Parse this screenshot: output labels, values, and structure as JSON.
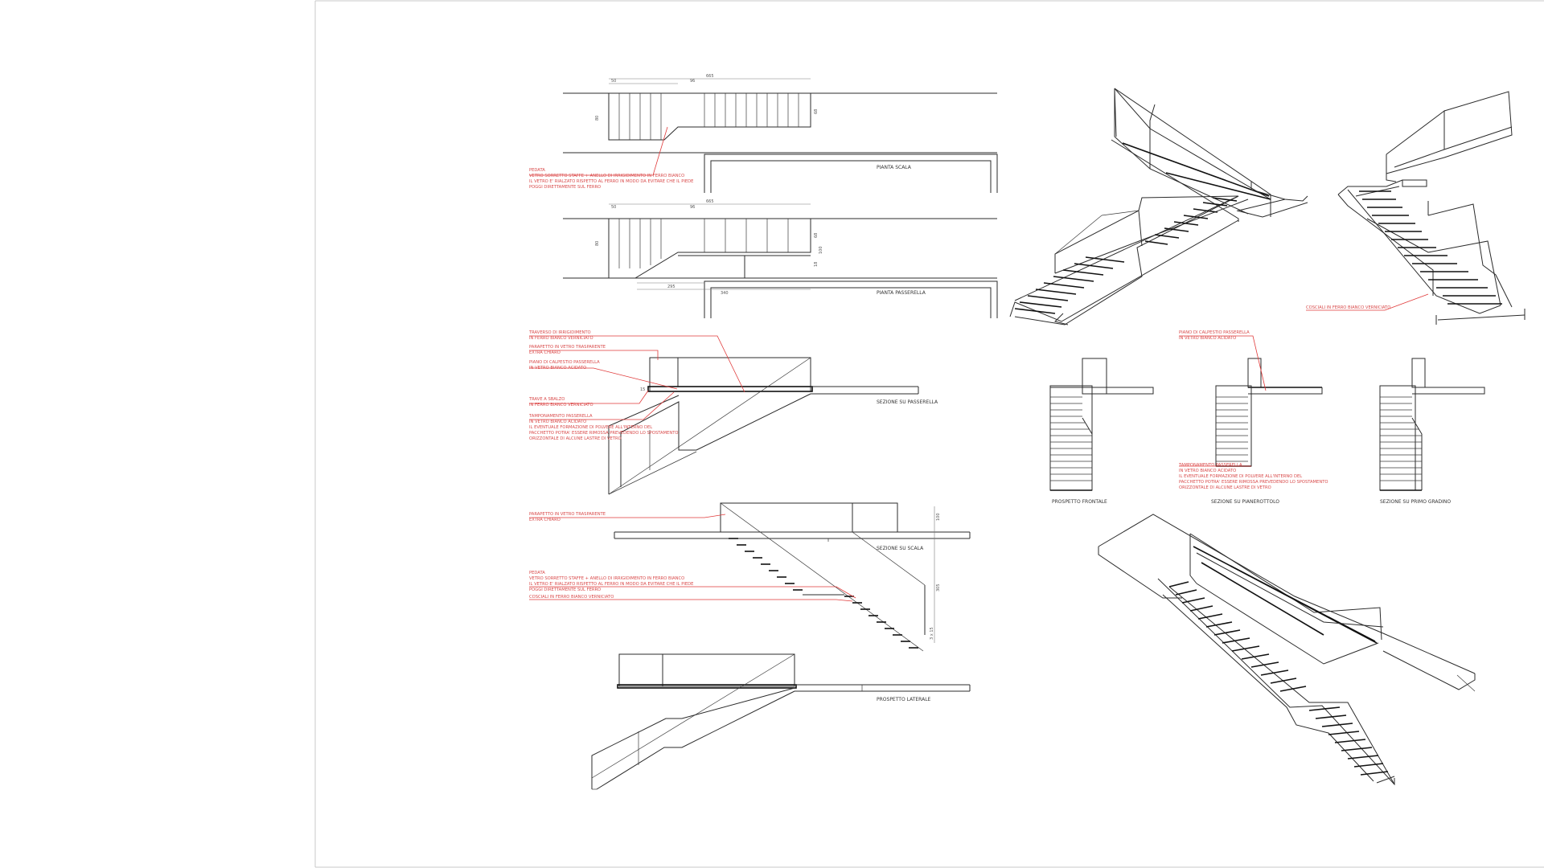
{
  "drawing": {
    "titles": {
      "pianta_scala": "PIANTA SCALA",
      "pianta_passerella": "PIANTA PASSERELLA",
      "sezione_passerella": "SEZIONE SU PASSERELLA",
      "sezione_scala": "SEZIONE SU SCALA",
      "prospetto_laterale": "PROSPETTO LATERALE",
      "prospetto_frontale": "PROSPETTO FRONTALE",
      "sezione_pianerottolo": "SEZIONE SU PIANEROTTOLO",
      "sezione_primo_gradino": "SEZIONE SU PRIMO GRADINO"
    },
    "notes": {
      "pedata": [
        "PEDATA",
        "VETRO SORRETTO STAFFE + ANELLO DI IRRIGIDIMENTO IN FERRO BIANCO",
        "IL VETRO E' RIALZATO RISPETTO AL FERRO IN MODO DA EVITARE CHE IL PIEDE",
        "POGGI DIRETTAMENTE SUL FERRO"
      ],
      "traverso": [
        "TRAVERSO DI IRRIGIDIMENTO",
        "IN FERRO BIANCO VERNICIATO"
      ],
      "parapetto": [
        "PARAPETTO IN VETRO TRASPARENTE",
        "EXTRA CHIARO"
      ],
      "piano_calpestio": [
        "PIANO DI CALPESTIO PASSERELLA",
        "IN VETRO BIANCO ACIDATO"
      ],
      "trave_sbalzo": [
        "TRAVE A SBALZO",
        "IN FERRO BIANCO VERNICIATO"
      ],
      "tamponamento": [
        "TAMPONAMENTO PASSERELLA",
        "IN VETRO BIANCO ACIDATO",
        "IL EVENTUALE FORMAZIONE DI POLVERE ALL'INTERNO DEL",
        "PACCHETTO POTRA' ESSERE RIMOSSA PREVEDENDO LO SPOSTAMENTO",
        "ORIZZONTALE DI ALCUNE LASTRE DI VETRO"
      ],
      "cosciali": [
        "COSCIALI IN FERRO BIANCO VERNICIATO"
      ]
    },
    "dimensions": {
      "overall": "665",
      "left": "50",
      "mid": "96",
      "height_a": "80",
      "height_b": "68",
      "width_295": "295",
      "width_340": "340",
      "seg_100": "100",
      "seg_18": "18",
      "rise": "305",
      "section_h": "100",
      "tread": "3 x 15",
      "t15": "15"
    }
  }
}
